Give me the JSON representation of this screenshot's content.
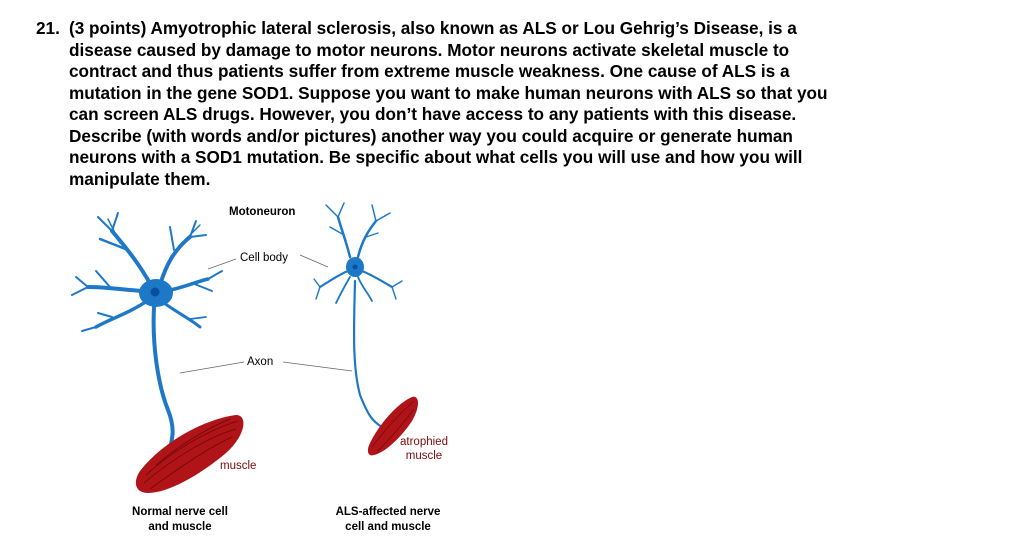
{
  "question": {
    "number": "21.",
    "lines": [
      "(3 points) Amyotrophic lateral sclerosis, also known as ALS or Lou Gehrig’s Disease, is a",
      "disease caused by damage to motor neurons. Motor neurons activate skeletal muscle to",
      "contract and thus patients suffer from extreme muscle weakness. One cause of ALS is a",
      "mutation in the gene SOD1. Suppose you want to make human neurons with ALS so that you",
      "can screen ALS drugs. However, you don’t have access to any patients with this disease.",
      "Describe (with words and/or pictures) another way you could acquire or generate human",
      "neurons with a SOD1 mutation. Be specific about what cells you will use and how you will",
      "manipulate them."
    ]
  },
  "diagram": {
    "title": "Motoneuron",
    "labels": {
      "cell_body": "Cell body",
      "axon": "Axon",
      "muscle": "muscle",
      "atrophied_line1": "atrophied",
      "atrophied_line2": "muscle"
    },
    "captions": {
      "normal_line1": "Normal nerve cell",
      "normal_line2": "and muscle",
      "als_line1": "ALS-affected nerve",
      "als_line2": "cell and muscle"
    },
    "colors": {
      "neuron": "#1e78c8",
      "nucleus": "#0a4f9e",
      "muscle": "#b01418",
      "muscle_stripe": "#7a0a0c",
      "label_line": "#666666"
    }
  }
}
